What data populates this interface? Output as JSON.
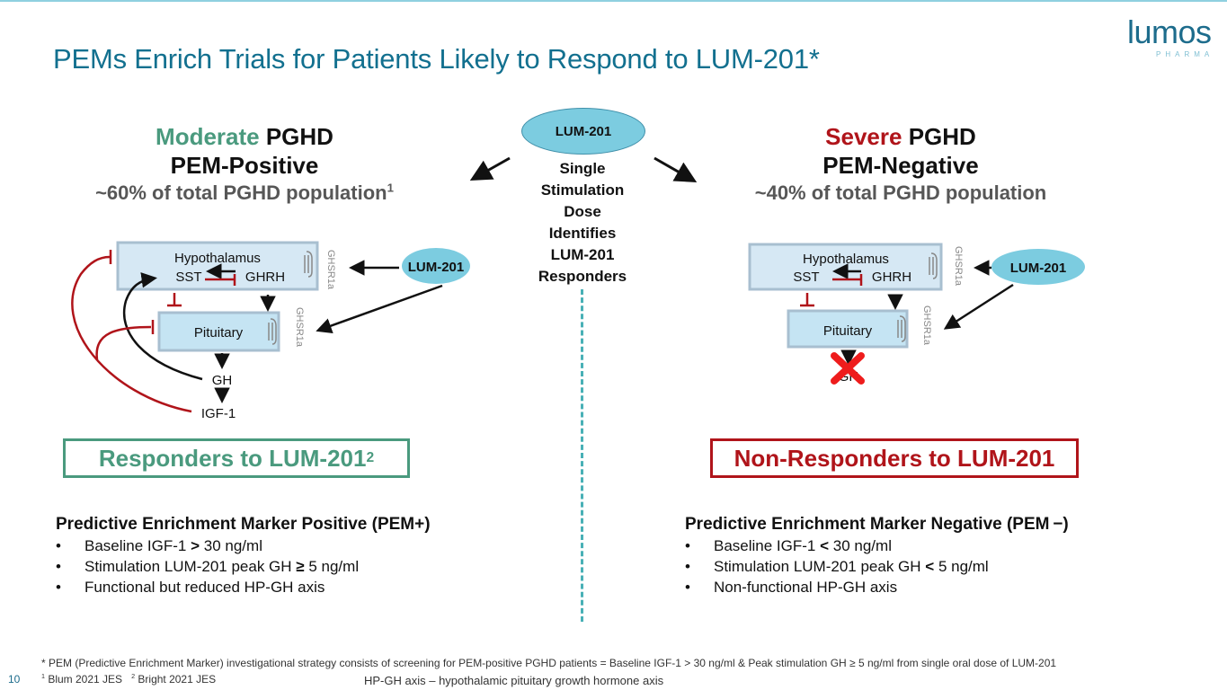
{
  "slide": {
    "title": "PEMs Enrich Trials for Patients Likely to Respond to LUM-201*",
    "page_number": "10",
    "logo": {
      "word": "lumos",
      "sub": "PHARMA"
    },
    "colors": {
      "title": "#12708f",
      "green": "#4a9a7e",
      "red": "#b0141a",
      "ellipse": "#7ccce0",
      "divider": "#48b0b6"
    }
  },
  "center": {
    "ellipse_label": "LUM-201",
    "lines": [
      "Single",
      "Stimulation",
      "Dose",
      "Identifies",
      "LUM-201",
      "Responders"
    ]
  },
  "left": {
    "heading_colored": "Moderate",
    "heading_rest": " PGHD",
    "heading_line2": "PEM-Positive",
    "population": "~60% of total PGHD population",
    "population_sup": "1",
    "diagram": {
      "hypothalamus": "Hypothalamus",
      "sst": "SST",
      "ghrh": "GHRH",
      "pituitary": "Pituitary",
      "receptor": "GHSR1a",
      "drug": "LUM-201",
      "gh": "GH",
      "igf": "IGF-1"
    },
    "result_label": "Responders to LUM-201",
    "result_sup": "2",
    "marker_heading": "Predictive Enrichment Marker Positive (PEM+)",
    "bullets": [
      {
        "pre": "Baseline IGF-1 ",
        "op": ">",
        "post": " 30 ng/ml"
      },
      {
        "pre": "Stimulation LUM-201 peak GH ",
        "op": "≥",
        "post": " 5 ng/ml"
      },
      {
        "pre": "Functional but reduced HP-GH axis",
        "op": "",
        "post": ""
      }
    ]
  },
  "right": {
    "heading_colored": "Severe",
    "heading_rest": " PGHD",
    "heading_line2": "PEM-Negative",
    "population": "~40% of total PGHD population",
    "diagram": {
      "hypothalamus": "Hypothalamus",
      "sst": "SST",
      "ghrh": "GHRH",
      "pituitary": "Pituitary",
      "receptor": "GHSR1a",
      "drug": "LUM-201",
      "gh": "GH"
    },
    "result_label": "Non-Responders to LUM-201",
    "marker_heading": "Predictive Enrichment Marker Negative (PEM −)",
    "bullets": [
      {
        "pre": "Baseline IGF-1 ",
        "op": "<",
        "post": " 30 ng/ml"
      },
      {
        "pre": "Stimulation LUM-201 peak GH ",
        "op": "<",
        "post": " 5 ng/ml"
      },
      {
        "pre": "Non-functional HP-GH axis",
        "op": "",
        "post": ""
      }
    ]
  },
  "footnotes": {
    "asterisk": "* PEM (Predictive Enrichment Marker) investigational strategy consists of screening for PEM-positive PGHD patients = Baseline IGF-1 > 30 ng/ml & Peak stimulation GH ≥ 5 ng/ml from single oral dose of LUM-201",
    "ref1_sup": "1",
    "ref1": " Blum 2021 JES",
    "ref2_sup": "2",
    "ref2": " Bright 2021 JES",
    "abbrev": "HP-GH axis – hypothalamic pituitary growth hormone axis"
  }
}
